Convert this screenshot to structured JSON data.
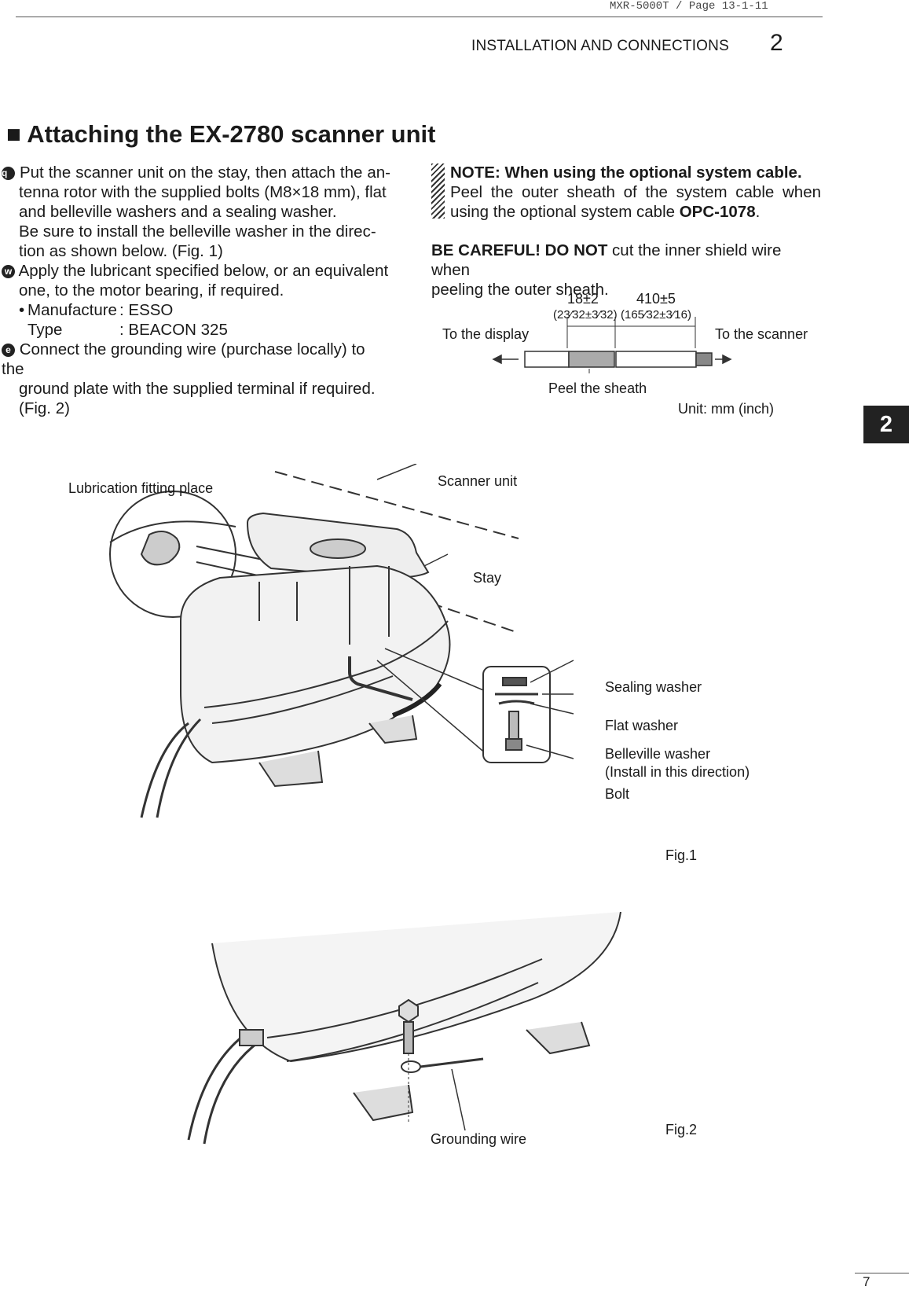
{
  "header": {
    "doc_ref": "MXR-5000T / Page 13-1-11",
    "section_title": "INSTALLATION AND CONNECTIONS",
    "chapter_number": "2",
    "side_tab": "2",
    "page_number": "7"
  },
  "section": {
    "heading_marker": "■",
    "heading": "Attaching the EX-2780 scanner unit"
  },
  "steps": [
    {
      "marker": "q",
      "lines": [
        "Put the scanner unit on the stay, then attach the an-",
        "tenna rotor with the supplied bolts (M8×18 mm), flat",
        "and belleville washers and a sealing washer.",
        "Be sure to install the belleville washer in the direc-",
        "tion as shown below. (Fig. 1)"
      ]
    },
    {
      "marker": "w",
      "lines": [
        "Apply the lubricant specified below, or an equivalent",
        "one, to the motor bearing, if required."
      ]
    },
    {
      "marker": "e",
      "lines": [
        "Connect the grounding wire (purchase locally) to the",
        "ground plate with the supplied terminal if required.",
        "(Fig. 2)"
      ]
    }
  ],
  "lubricant": [
    {
      "bullet": "•",
      "key": "Manufacture",
      "value": ": ESSO"
    },
    {
      "bullet": "",
      "key": "Type",
      "value": ": BEACON 325"
    }
  ],
  "note": {
    "title": "NOTE: When using the optional system cable.",
    "text_pre": "Peel the outer sheath of the system cable when",
    "text_line2": "using the optional system cable ",
    "cable": "OPC-1078",
    "text_end": "."
  },
  "careful": {
    "bold": "BE CAREFUL! DO NOT",
    "line1": " cut the inner shield wire when",
    "line2": "peeling the outer sheath."
  },
  "cable_diagram": {
    "dim1": "18±2",
    "dim1_inch": "(23⁄32±3⁄32)",
    "dim2": "410±5",
    "dim2_inch": "(165⁄32±3⁄16)",
    "left_label": "To the display",
    "right_label": "To the scanner",
    "peel_label": "Peel the sheath",
    "unit_label": "Unit: mm (inch)"
  },
  "fig1": {
    "lubrication": "Lubrication fitting place",
    "scanner_unit": "Scanner unit",
    "stay": "Stay",
    "sealing_washer": "Sealing washer",
    "flat_washer": "Flat washer",
    "belleville_washer": "Belleville washer",
    "install_direction": "(Install in this direction)",
    "bolt": "Bolt",
    "caption": "Fig.1"
  },
  "fig2": {
    "grounding_wire": "Grounding wire",
    "caption": "Fig.2"
  }
}
